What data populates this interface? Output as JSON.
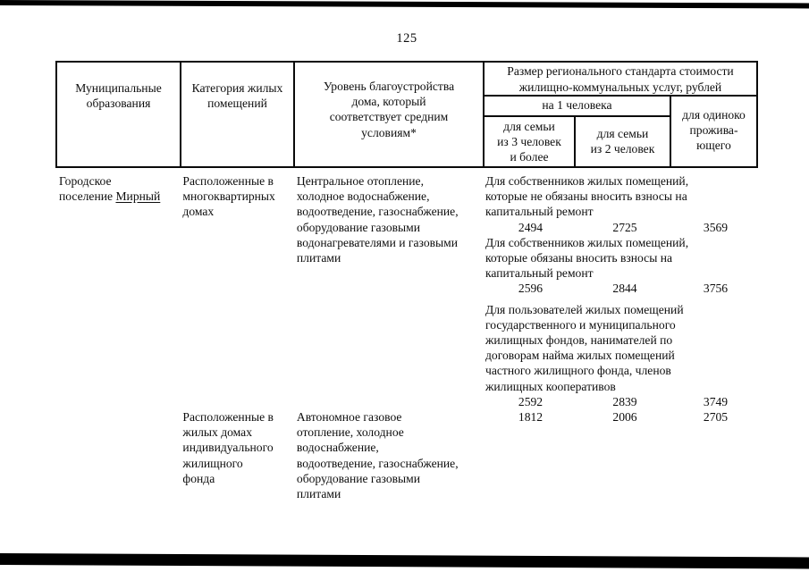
{
  "page": {
    "number": "125"
  },
  "colors": {
    "ink": "#0d0d0d",
    "paper": "#ffffff",
    "border": "#0a0a0a"
  },
  "table": {
    "header": {
      "municipality": "Муниципальные\nобразования",
      "category": "Категория жилых\nпомещений",
      "amenities": "Уровень благоустройства\nдома, который\nсоответствует средним\nусловиям*",
      "cost_title": "Размер регионального стандарта стоимости\nжилищно-коммунальных услуг, рублей",
      "per_person": "на 1 человека",
      "family3": "для семьи\nиз 3 человек\nи более",
      "family2": "для семьи\nиз 2 человек",
      "single": "для одиноко\nпрожива-\nющего"
    },
    "rows": [
      {
        "municipality_prefix": "Городское\nпоселение ",
        "municipality_underlined": "Мирный",
        "category": "Расположенные в\nмногоквартирных\nдомах",
        "amenities": "Центральное отопление,\nхолодное водоснабжение,\nводоотведение, газоснабжение,\nоборудование газовыми\nводонагревателями и газовыми\nплитами",
        "tariff_groups": [
          {
            "label": "Для собственников жилых помещений,\nкоторые не обязаны вносить взносы на\nкапитальный ремонт",
            "values": [
              "2494",
              "2725",
              "3569"
            ]
          },
          {
            "label": "Для собственников жилых помещений,\nкоторые обязаны вносить взносы на\nкапитальный ремонт",
            "values": [
              "2596",
              "2844",
              "3756"
            ]
          },
          {
            "label": "Для пользователей жилых помещений\nгосударственного и муниципального\nжилищных фондов, нанимателей по\nдоговорам найма жилых помещений\nчастного жилищного фонда, членов\nжилищных кооперативов",
            "values": [
              "2592",
              "2839",
              "3749"
            ]
          }
        ]
      },
      {
        "category": "Расположенные в\nжилых домах\nиндивидуального\nжилищного\nфонда",
        "amenities": "Автономное газовое\nотопление, холодное\nводоснабжение,\nводоотведение, газоснабжение,\nоборудование газовыми\nплитами",
        "values": [
          "1812",
          "2006",
          "2705"
        ]
      }
    ]
  }
}
